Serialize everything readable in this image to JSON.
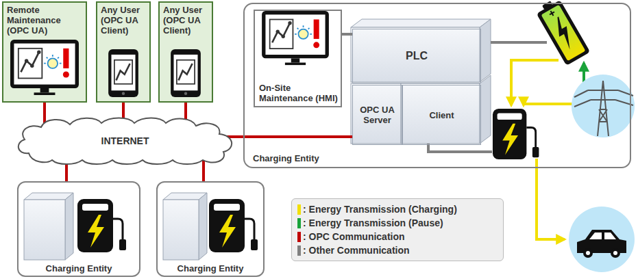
{
  "diagram": {
    "nodes": [
      {
        "text": [
          "Remote Maintenance (OPC UA)"
        ]
      },
      {
        "text": [
          "Any User (OPC UA Client)"
        ]
      },
      {
        "text": [
          "Any User (OPC UA Client)"
        ]
      },
      {
        "text": [
          "INTERNET"
        ]
      },
      {
        "text": [
          "Charging Entity"
        ]
      },
      {
        "text": [
          "On-Site Maintenance (HMI)"
        ],
        "in": 4
      },
      {
        "text": [
          "PLC"
        ],
        "in": 4
      },
      {
        "text": [
          "OPC UA Server"
        ],
        "in": 4
      },
      {
        "text": [
          "Client"
        ],
        "in": 4
      },
      {
        "text": [
          "Charging Entity"
        ]
      },
      {
        "text": [
          "Charging Entity"
        ]
      }
    ],
    "edges": [
      {
        "from": 0,
        "to": 3,
        "arrow": "none"
      },
      {
        "from": 1,
        "to": 3,
        "arrow": "none"
      },
      {
        "from": 2,
        "to": 3,
        "arrow": "none"
      },
      {
        "from": 3,
        "to": 7,
        "arrow": "none"
      },
      {
        "from": 3,
        "to": 9,
        "arrow": "none"
      },
      {
        "from": 3,
        "to": 10,
        "arrow": "none"
      },
      {
        "from": 5,
        "to": 6,
        "arrow": "none"
      }
    ],
    "legend": [
      {
        "text": ": Energy Transmission (Charging)",
        "color": "#f2df00"
      },
      {
        "text": ": Energy Transmission (Pause)",
        "color": "#1aa33a"
      },
      {
        "text": ": OPC Communication",
        "color": "#c00000"
      },
      {
        "text": ": Other Communication",
        "color": "#808080"
      }
    ]
  }
}
